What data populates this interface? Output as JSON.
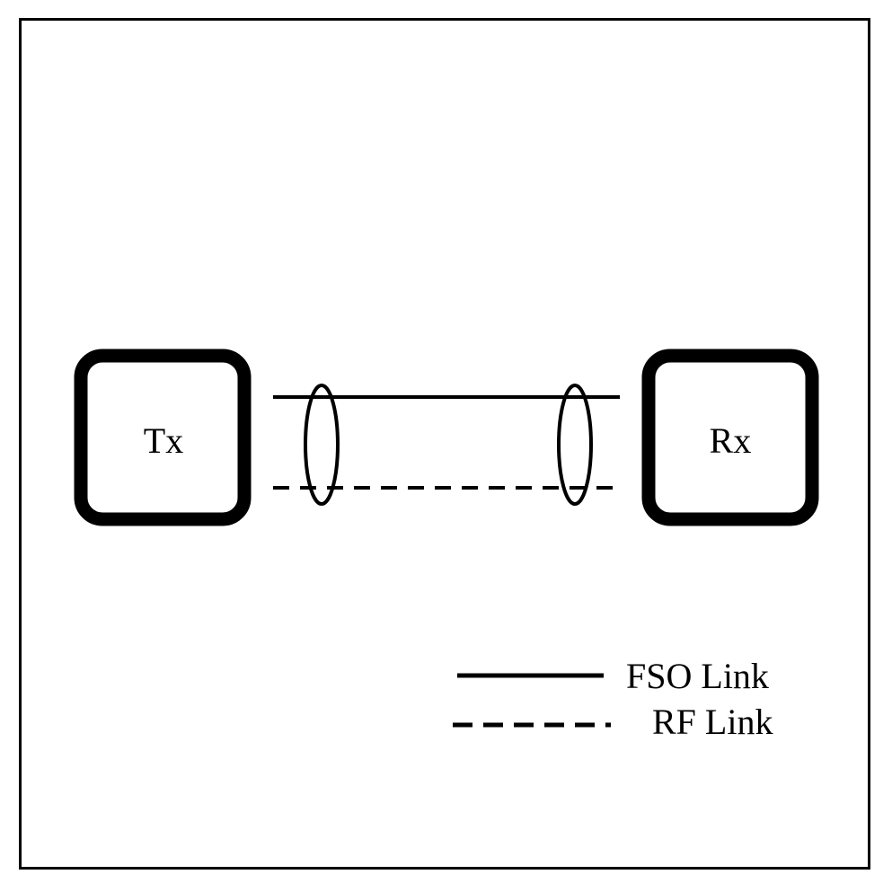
{
  "nodes": {
    "transmitter": {
      "label": "Tx"
    },
    "receiver": {
      "label": "Rx"
    }
  },
  "links": {
    "fso": {
      "style": "solid"
    },
    "rf": {
      "style": "dashed"
    }
  },
  "legend": {
    "fso_label": "FSO Link",
    "rf_label": "RF Link"
  },
  "colors": {
    "stroke": "#000000",
    "background": "#ffffff"
  }
}
